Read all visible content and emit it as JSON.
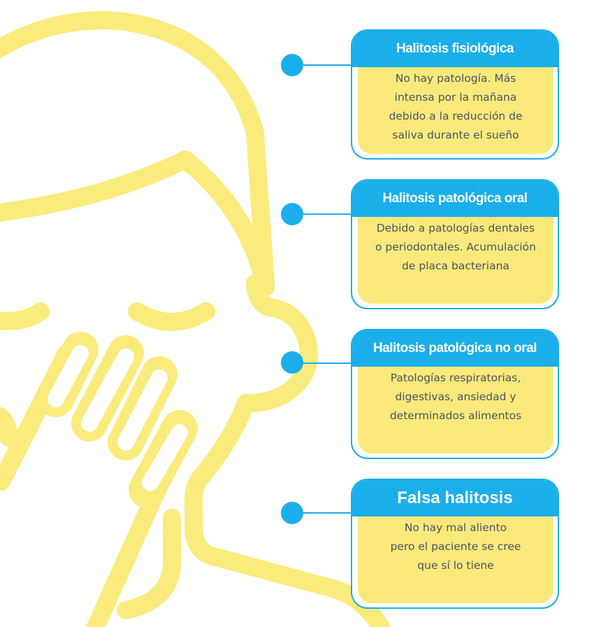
{
  "colors": {
    "accent": "#1aaeea",
    "card_fill": "#f9e97b",
    "illustration": "#faeb7d",
    "text": "#4b5563"
  },
  "illustration": {
    "icon": "person-covering-mouth-icon"
  },
  "cards": [
    {
      "title": "Halitosis  fisiológica",
      "lines": [
        "No hay patología. Más",
        "intensa por la mañana",
        "debido a la reducción de",
        "saliva durante el sueño"
      ]
    },
    {
      "title": "Halitosis patológica oral",
      "lines": [
        "Debido a patologías dentales",
        "o  periodontales. Acumulación",
        "de placa  bacteriana"
      ]
    },
    {
      "title": "Halitosis patológica no oral",
      "lines": [
        "Patologías respiratorias,",
        "digestivas, ansiedad y",
        "determinados alimentos"
      ]
    },
    {
      "title": "Falsa halitosis",
      "lines": [
        "No hay mal aliento",
        "pero el paciente se cree",
        "que sí lo tiene"
      ]
    }
  ]
}
